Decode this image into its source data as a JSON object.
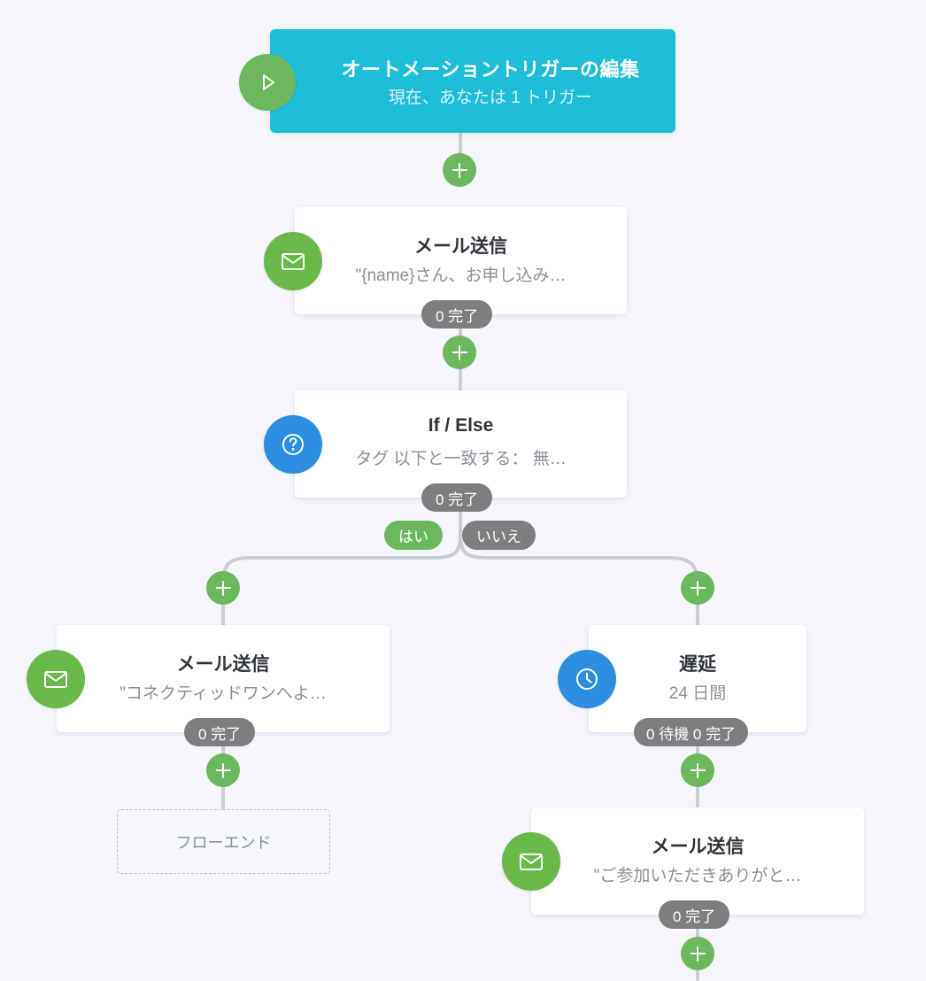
{
  "canvas": {
    "background": "#f4f6fa",
    "connector_color": "#c9ced6"
  },
  "trigger": {
    "title": "オートメーショントリガーの編集",
    "subtitle": "現在、あなたは 1 トリガー",
    "icon": "play-icon",
    "bg_color": "#1dbdd7",
    "icon_bg_color": "#6cb85c"
  },
  "nodes": [
    {
      "id": "email-1",
      "title": "メール送信",
      "subtitle": "\"{name}さん、お申し込み…",
      "icon": "envelope-icon",
      "icon_bg_color": "#69b949",
      "badge": "0 完了"
    },
    {
      "id": "if-else",
      "title": "If / Else",
      "subtitle": "タグ 以下と一致する： 無…",
      "icon": "question-mark-icon",
      "icon_bg_color": "#2b8ede",
      "badge": "0 完了"
    },
    {
      "id": "email-yes",
      "title": "メール送信",
      "subtitle": "\"コネクティッドワンへよ…",
      "icon": "envelope-icon",
      "icon_bg_color": "#69b949",
      "badge": "0 完了"
    },
    {
      "id": "delay",
      "title": "遅延",
      "subtitle": "24 日間",
      "icon": "clock-icon",
      "icon_bg_color": "#2b8ede",
      "badge": "0 待機  0 完了"
    },
    {
      "id": "email-no",
      "title": "メール送信",
      "subtitle": "\"ご参加いただきありがと…",
      "icon": "envelope-icon",
      "icon_bg_color": "#69b949",
      "badge": "0 完了"
    }
  ],
  "branch_labels": {
    "yes": "はい",
    "no": "いいえ",
    "yes_color": "#6cb85c",
    "no_color": "#7e7e7e"
  },
  "flow_end": {
    "label": "フローエンド"
  },
  "add_buttons": {
    "label": "+",
    "count": 7
  }
}
